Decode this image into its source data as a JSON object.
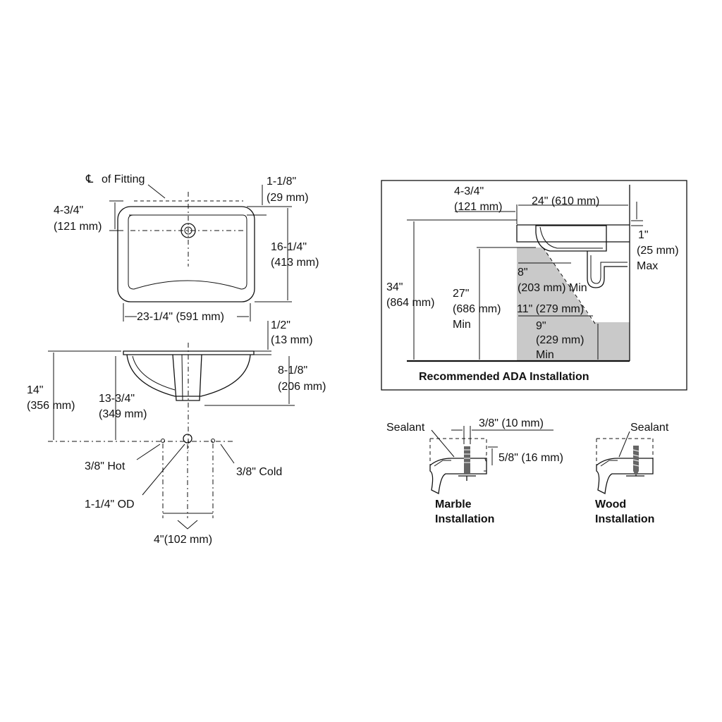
{
  "top_view": {
    "cl_symbol": "℄",
    "cl_label": "of Fitting",
    "depth_to_fitting": [
      "4-3/4\"",
      "(121 mm)"
    ],
    "rim_width": [
      "1-1/8\"",
      "(29 mm)"
    ],
    "front_to_back": [
      "16-1/4\"",
      "(413 mm)"
    ],
    "width": "23-1/4\" (591 mm)"
  },
  "side_view": {
    "rim_thickness": [
      "1/2\"",
      "(13 mm)"
    ],
    "bowl_depth": [
      "8-1/8\"",
      "(206 mm)"
    ],
    "overall_height": [
      "14\"",
      "(356 mm)"
    ],
    "to_drain": [
      "13-3/4\"",
      "(349 mm)"
    ],
    "hot": "3/8\" Hot",
    "cold": "3/8\" Cold",
    "drain": "1-1/4\" OD",
    "spacing": "4\"(102 mm)"
  },
  "ada": {
    "title": "Recommended ADA Installation",
    "setback": [
      "4-3/4\"",
      "(121 mm)"
    ],
    "depth": "24\" (610 mm)",
    "max_rim": [
      "1\"",
      "(25 mm)",
      "Max"
    ],
    "height": [
      "34\"",
      "(864 mm)"
    ],
    "knee": [
      "27\"",
      "(686 mm)",
      "Min"
    ],
    "knee_depth": [
      "8\"",
      "(203 mm)  Min"
    ],
    "toe_depth": "11\" (279 mm)",
    "toe": [
      "9\"",
      "(229 mm)",
      "Min"
    ]
  },
  "marble": {
    "sealant": "Sealant",
    "hole": "3/8\" (10 mm)",
    "depth": "5/8\" (16 mm)",
    "label": [
      "Marble",
      "Installation"
    ]
  },
  "wood": {
    "sealant": "Sealant",
    "label": [
      "Wood",
      "Installation"
    ]
  }
}
